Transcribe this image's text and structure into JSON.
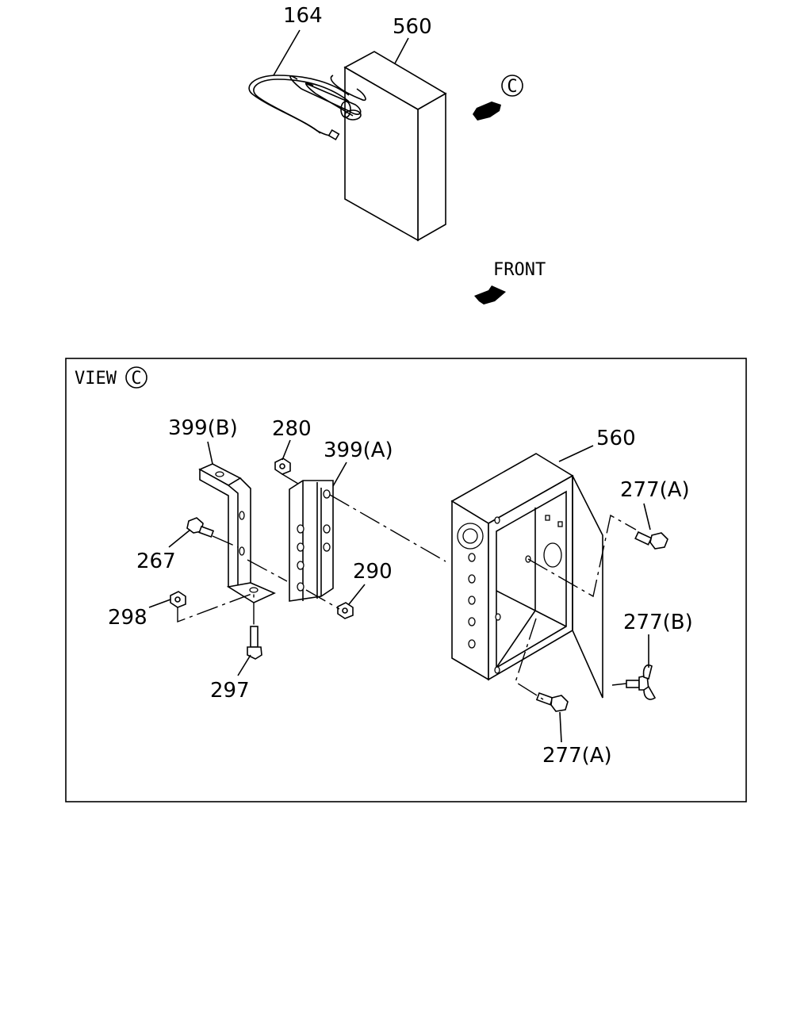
{
  "top": {
    "label_cable": "164",
    "label_box": "560",
    "view_marker": "C",
    "front_label": "FRONT"
  },
  "view": {
    "title": "VIEW",
    "marker": "C",
    "labels": {
      "bracket_b": "399(B)",
      "nut_280": "280",
      "bracket_a": "399(A)",
      "box": "560",
      "bolt_277a_top": "277(A)",
      "bolt_267": "267",
      "nut_290": "290",
      "nut_298": "298",
      "wing_277b": "277(B)",
      "bolt_297": "297",
      "bolt_277a_bottom": "277(A)"
    }
  }
}
